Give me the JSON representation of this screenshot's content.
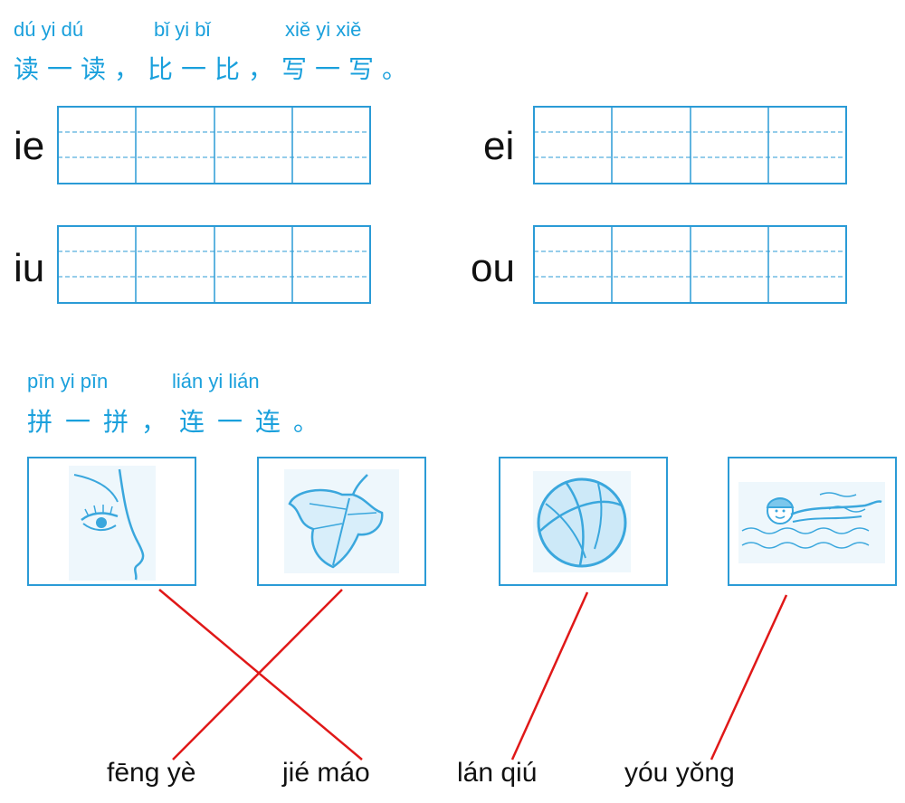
{
  "section1": {
    "pinyin": [
      "dú yi dú",
      "bǐ yi bǐ",
      "xiě yi xiě"
    ],
    "instruction": "读一读，比一比，写一写。",
    "rows": [
      {
        "left": "ie",
        "right": "ei"
      },
      {
        "left": "iu",
        "right": "ou"
      }
    ]
  },
  "section2": {
    "pinyin": [
      "pīn yi pīn",
      "lián yi lián"
    ],
    "instruction": "拼一拼，连一连。",
    "pictures": [
      "eyelash-face",
      "leaf",
      "basketball",
      "swimmer"
    ],
    "answers": [
      "fēng yè",
      "jié máo",
      "lán qiú",
      "yóu yǒng"
    ]
  },
  "colors": {
    "accent": "#1aa0dc",
    "line": "#e01818"
  }
}
